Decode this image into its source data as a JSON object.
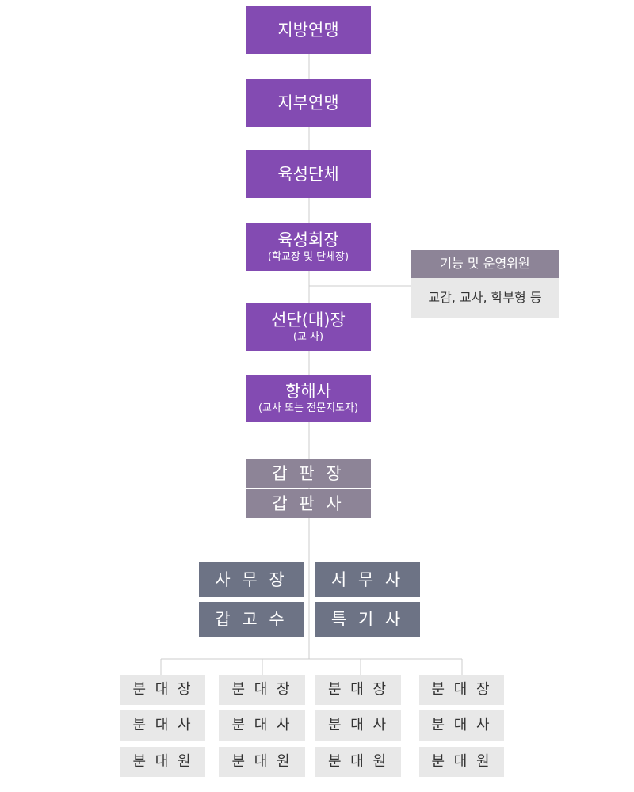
{
  "colors": {
    "primary": "#834bb2",
    "officer": "#8d8497",
    "staff": "#6d7385",
    "unit": "#e8e8e8",
    "connector": "#cccccc"
  },
  "hierarchy": {
    "regional_federation": "지방연맹",
    "district_federation": "지부연맹",
    "sponsoring_body": "육성단체",
    "sponsor_chair": {
      "title": "육성회장",
      "note": "(학교장 및 단체장)"
    },
    "captain": {
      "title": "선단(대)장",
      "note": "(교 사)"
    },
    "navigator": {
      "title": "항해사",
      "note": "(교사 또는 전문지도자)"
    }
  },
  "deck": {
    "chief": "갑 판 장",
    "officer": "갑 판 사"
  },
  "staff": {
    "admin_chief": "사 무 장",
    "clerk": "서 무 사",
    "gunner": "갑 고 수",
    "specialist": "특 기 사"
  },
  "side_note": {
    "header": "기능 및 운영위원",
    "body": "교감, 교사, 학부형 등"
  },
  "squads": [
    {
      "leader": "분 대 장",
      "deputy": "분 대 사",
      "member": "분 대 원"
    },
    {
      "leader": "분 대 장",
      "deputy": "분 대 사",
      "member": "분 대 원"
    },
    {
      "leader": "분 대 장",
      "deputy": "분 대 사",
      "member": "분 대 원"
    },
    {
      "leader": "분 대 장",
      "deputy": "분 대 사",
      "member": "분 대 원"
    }
  ]
}
